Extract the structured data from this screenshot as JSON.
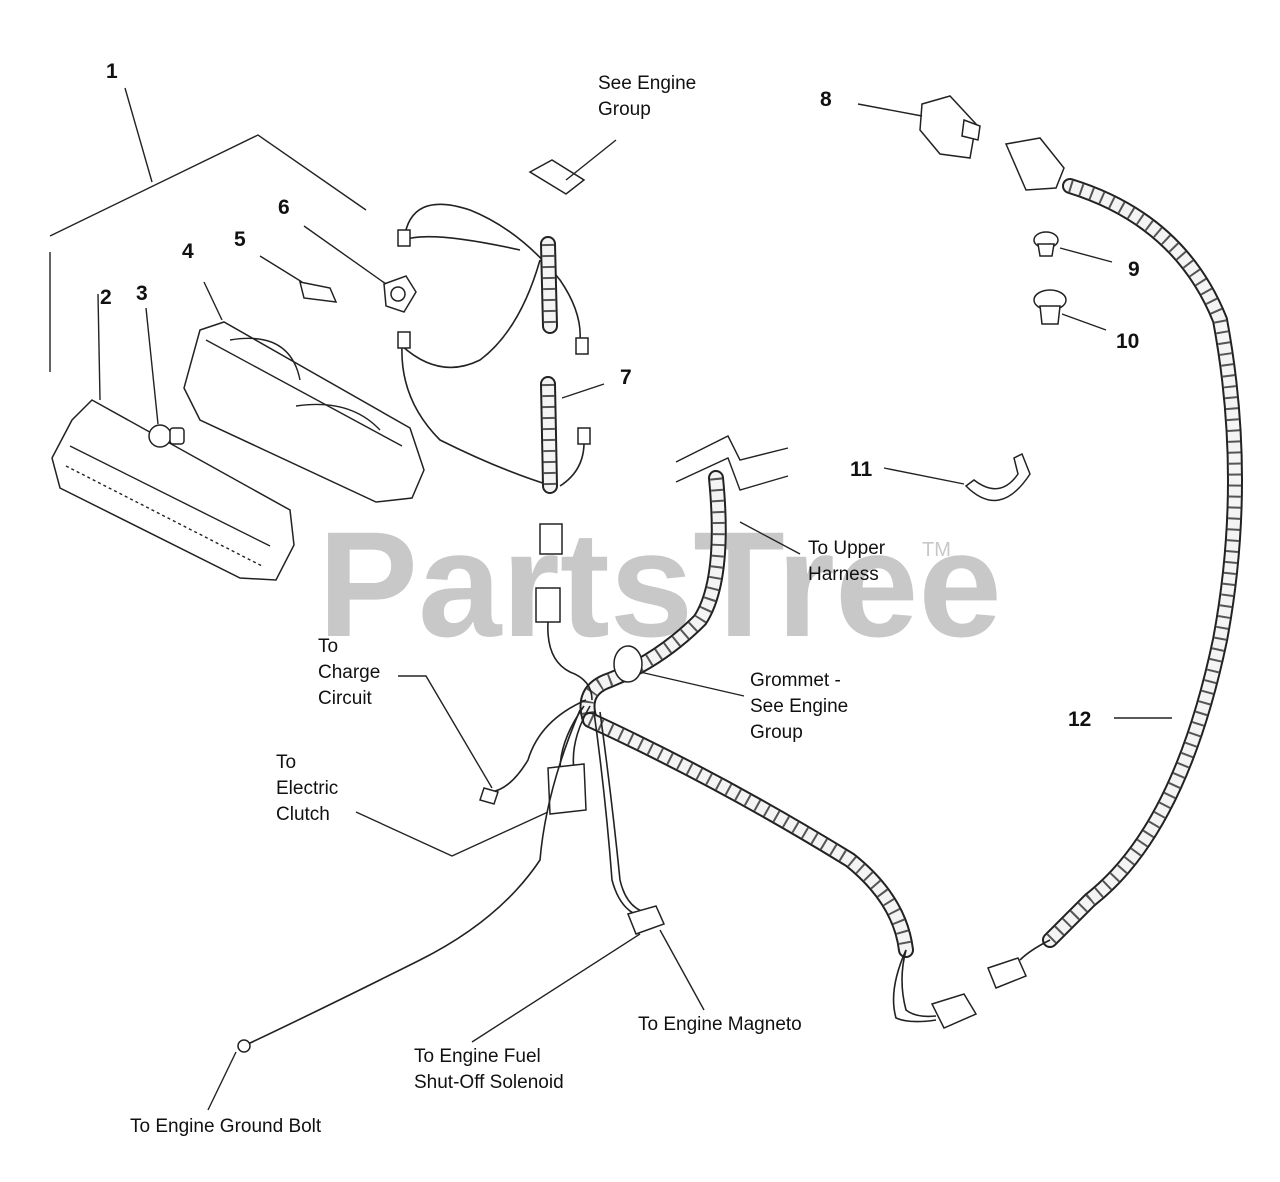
{
  "watermark": {
    "text": "PartsTree",
    "trademark": "TM"
  },
  "callouts": [
    {
      "id": "1",
      "text": "1"
    },
    {
      "id": "2",
      "text": "2"
    },
    {
      "id": "3",
      "text": "3"
    },
    {
      "id": "4",
      "text": "4"
    },
    {
      "id": "5",
      "text": "5"
    },
    {
      "id": "6",
      "text": "6"
    },
    {
      "id": "7",
      "text": "7"
    },
    {
      "id": "8",
      "text": "8"
    },
    {
      "id": "9",
      "text": "9"
    },
    {
      "id": "10",
      "text": "10"
    },
    {
      "id": "11",
      "text": "11"
    },
    {
      "id": "12",
      "text": "12"
    }
  ],
  "notes": {
    "see_engine_group": [
      "See Engine",
      "Group"
    ],
    "to_upper_harness": [
      "To Upper",
      "Harness"
    ],
    "to_charge_circuit": [
      "To",
      "Charge",
      "Circuit"
    ],
    "grommet": [
      "Grommet -",
      "See Engine",
      "Group"
    ],
    "to_electric_clutch": [
      "To",
      "Electric",
      "Clutch"
    ],
    "to_engine_magneto": [
      "To Engine Magneto"
    ],
    "to_engine_fuel_solenoid": [
      "To Engine Fuel",
      "Shut-Off Solenoid"
    ],
    "to_engine_ground_bolt": [
      "To Engine Ground Bolt"
    ]
  },
  "colors": {
    "ink": "#222222",
    "watermark": "#c8c8c8",
    "background": "#ffffff"
  }
}
